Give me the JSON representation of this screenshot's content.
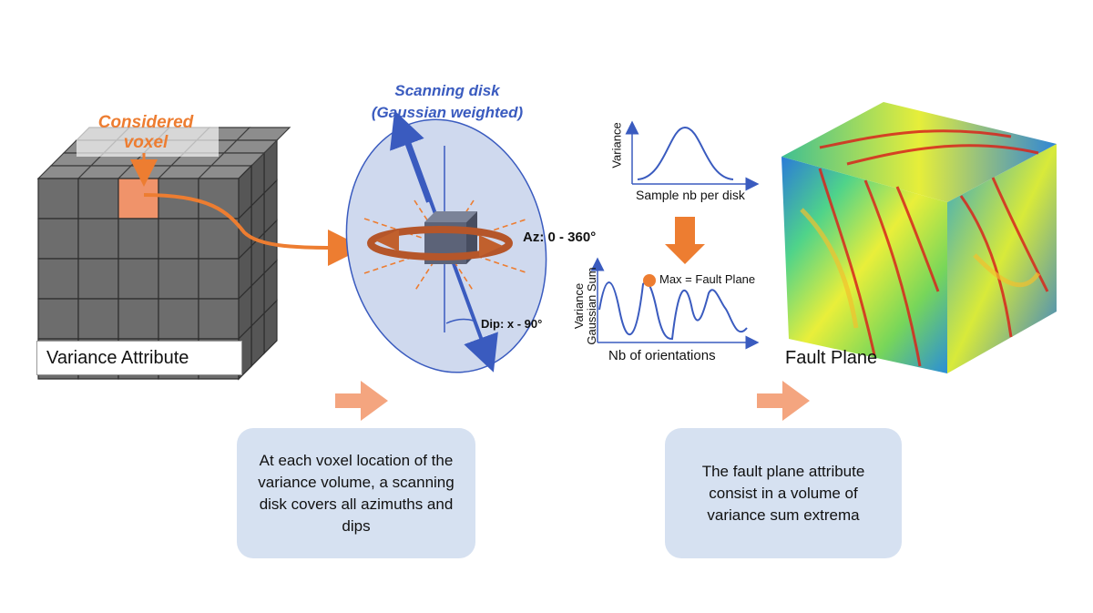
{
  "cube_label": "Variance Attribute",
  "voxel_label": "Considered\nvoxel",
  "disk_title": "Scanning disk\n(Gaussian weighted)",
  "azimuth_label": "Az: 0 - 360°",
  "dip_label": "Dip: x - 90°",
  "top_chart": {
    "ylabel": "Variance",
    "xlabel": "Sample nb per disk"
  },
  "bottom_chart": {
    "ylabel": "Variance\nGaussian Sum",
    "xlabel": "Nb of orientations",
    "annotation": "Max = Fault Plane"
  },
  "result_label": "Fault Plane",
  "callout_left": "At each voxel location of the variance volume, a scanning disk covers all azimuths and dips",
  "callout_right": "The fault plane attribute consist in a volume of variance sum extrema",
  "colors": {
    "orange": "#ed7d31",
    "blue": "#3a5bbf",
    "callout": "#d6e1f1",
    "disk": "#cfd9ee",
    "voxel_gray": "#6d6d6d"
  }
}
